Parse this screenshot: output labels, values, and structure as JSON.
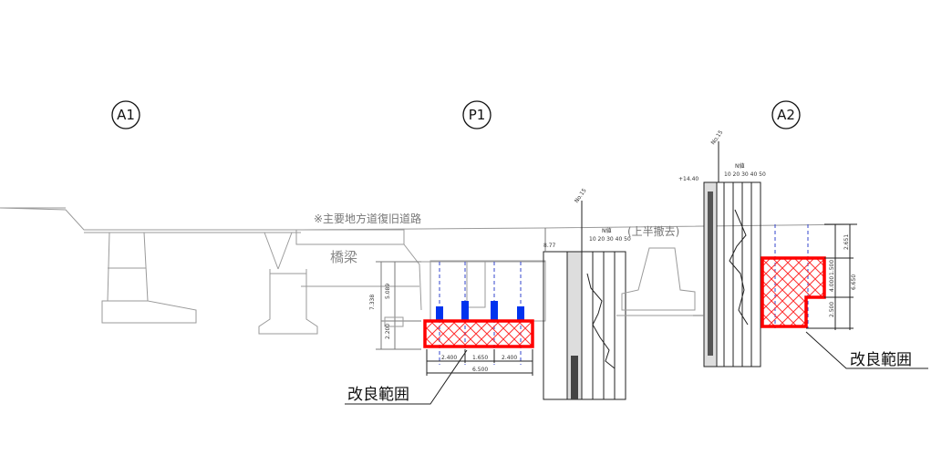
{
  "labels": {
    "a1": "A1",
    "p1": "P1",
    "a2": "A2",
    "route_note": "※主要地方道復旧道路",
    "bridge": "橋梁",
    "upper_removal": "(上半撤去)",
    "improvement_left": "改良範囲",
    "improvement_right": "改良範囲"
  },
  "boreholes": {
    "left": {
      "no": "No.15",
      "elev": "8.77",
      "nvalue": "N値",
      "scale": "10 20 30 40 50"
    },
    "right": {
      "no": "No.15",
      "elev": "+14.40",
      "nvalue": "N値",
      "scale": "10 20 30 40 50"
    }
  },
  "dimensions": {
    "p1_total": "6.500",
    "p1_left": "2.400",
    "p1_mid": "1.650",
    "p1_right": "2.400",
    "p1_h1": "5.089",
    "p1_h2": "2.200",
    "p1_h3": "7.338",
    "a2_h1": "2.651",
    "a2_h2": "6.650",
    "a2_h3": "4.000",
    "a2_h4": "2.500",
    "a2_h5": "1.500"
  },
  "colors": {
    "improvement_outline": "#ff0000",
    "improvement_hatch": "#ff3030",
    "pile": "#0033ee",
    "guide": "#3344cc",
    "structure": "#9a9a9a"
  }
}
